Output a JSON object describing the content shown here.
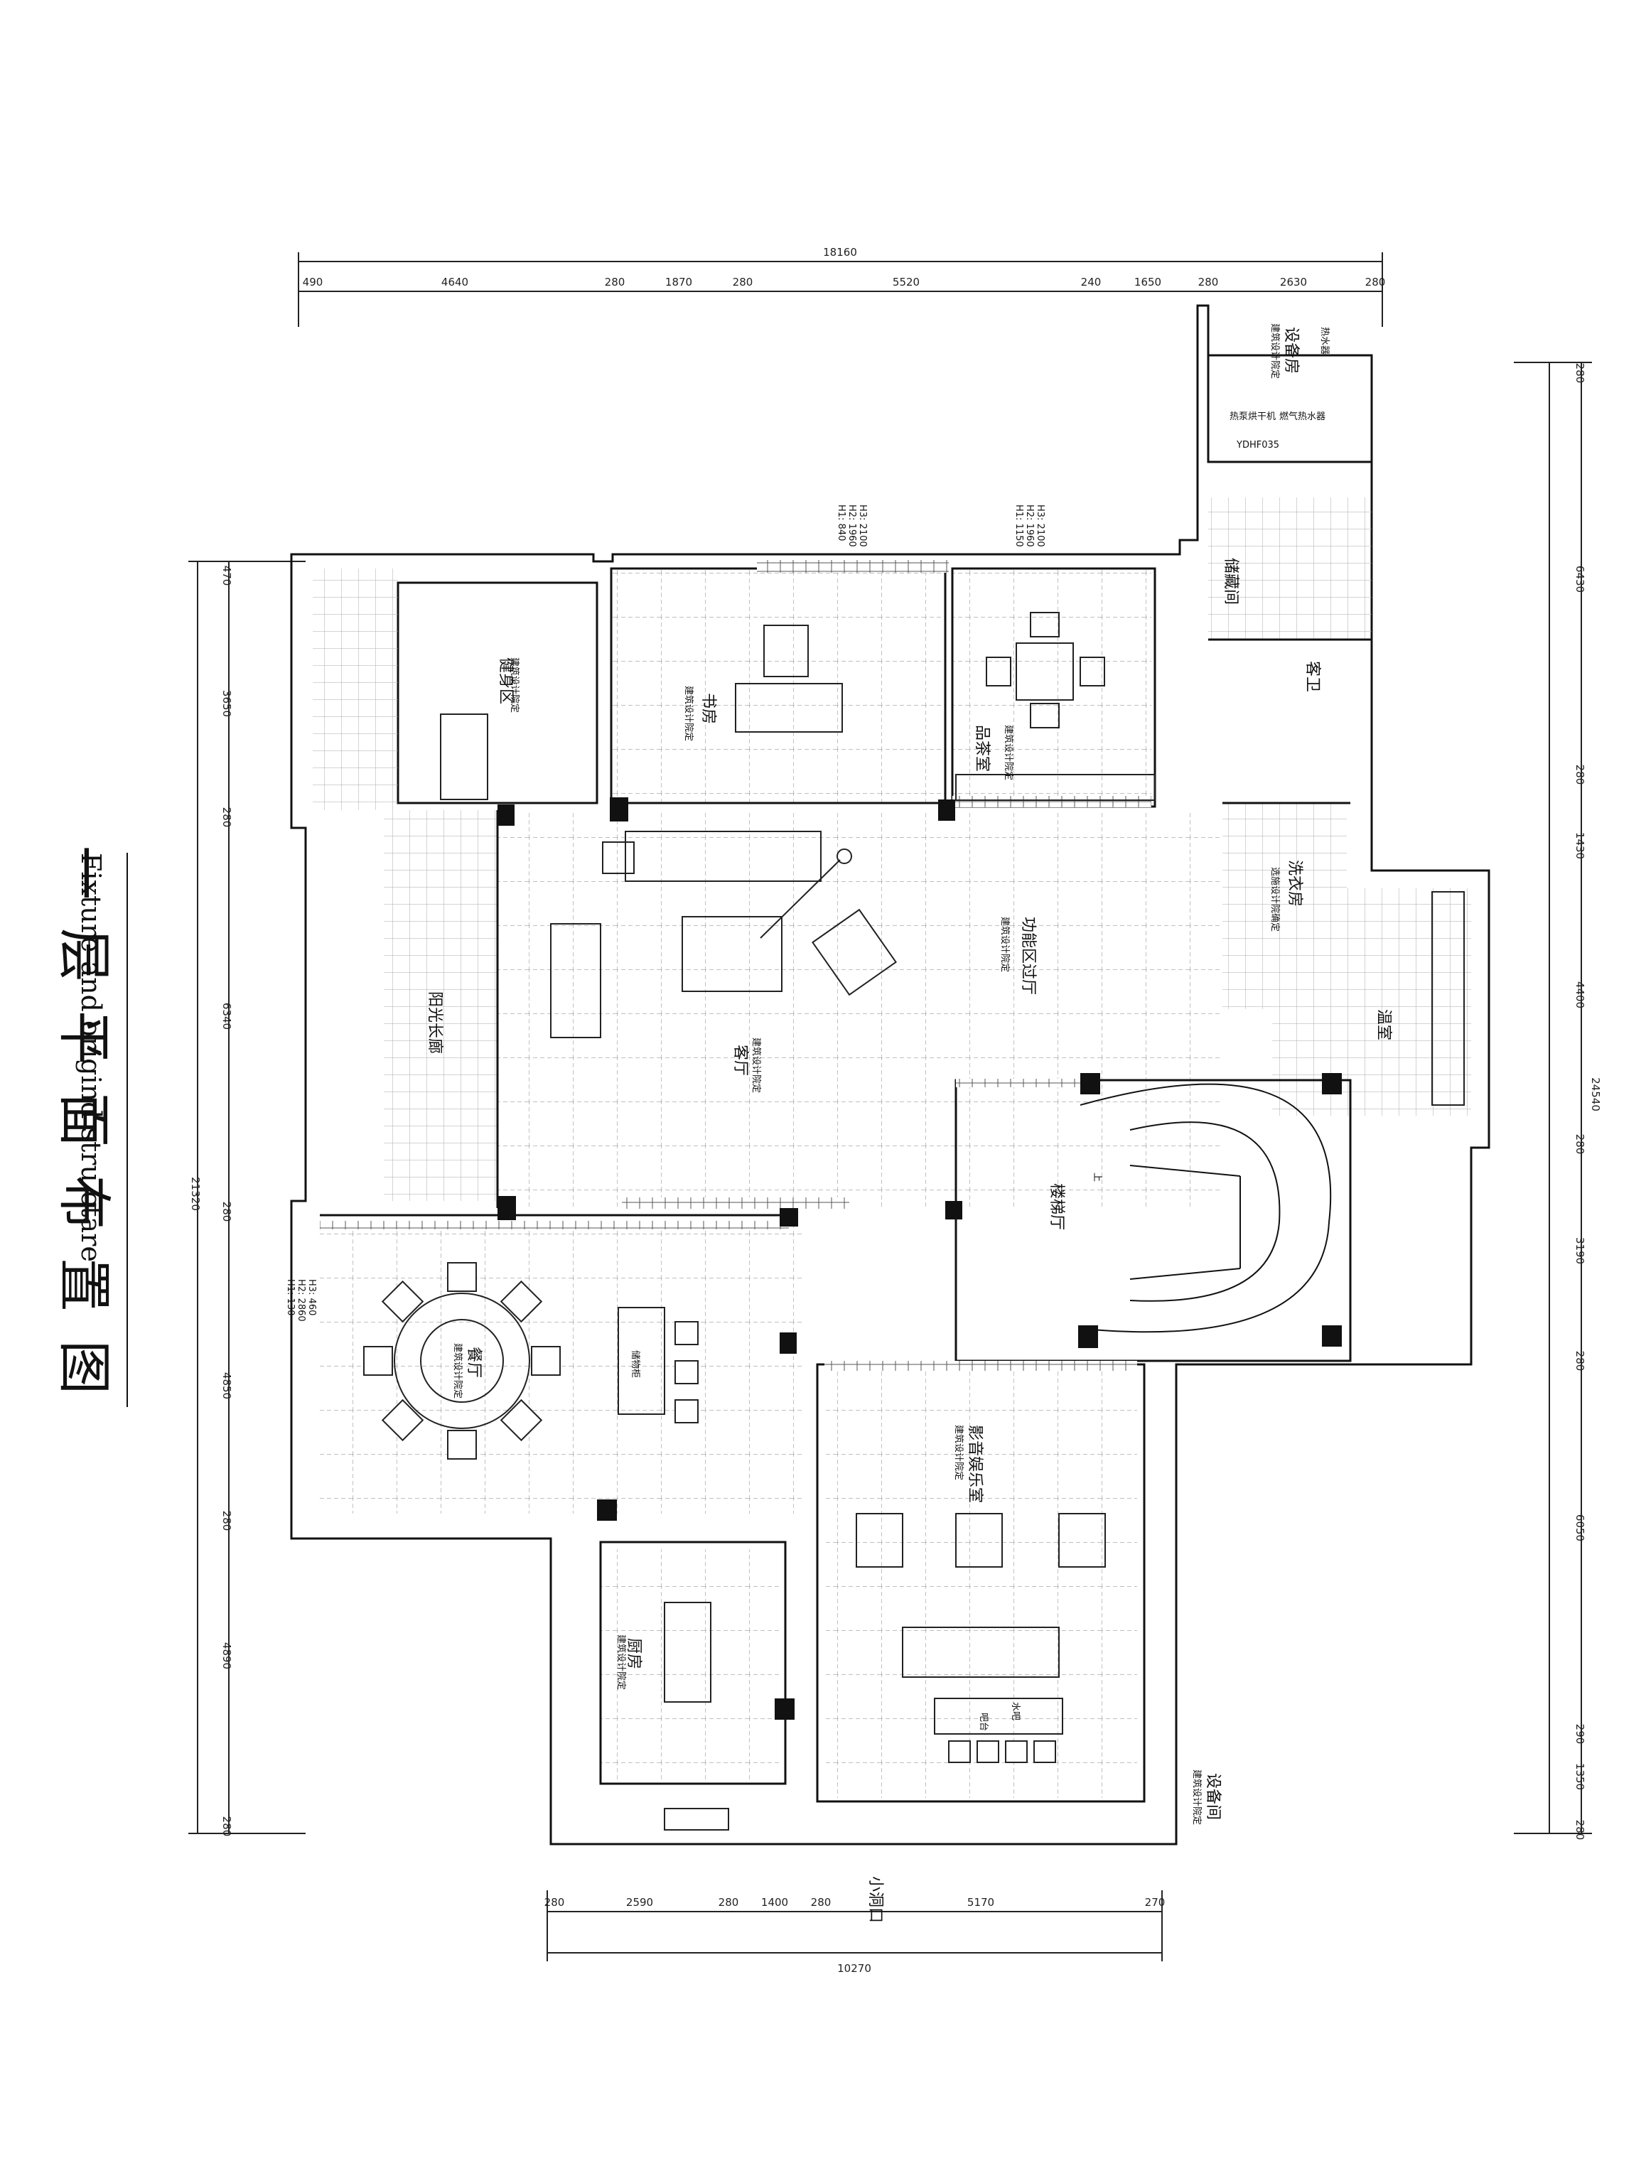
{
  "title": {
    "main": "一层平面布置图",
    "sub": "Fixture and origind stru ctare"
  },
  "dimensions": {
    "top_total": "18160",
    "top_segments": [
      "490",
      "4640",
      "280",
      "1870",
      "280",
      "5520",
      "240",
      "1650",
      "280",
      "2630",
      "280"
    ],
    "left_total": "21320",
    "left_segments": [
      "470",
      "3650",
      "280",
      "6340",
      "280",
      "4850",
      "280",
      "4890",
      "280"
    ],
    "right_total": "24540",
    "right_segments": [
      "280",
      "6430",
      "280",
      "1430",
      "4400",
      "280",
      "3190",
      "280",
      "6050",
      "290",
      "1350",
      "280"
    ],
    "bottom_total": "10270",
    "bottom_segments": [
      "280",
      "2590",
      "280",
      "1400",
      "280",
      "5170",
      "270"
    ]
  },
  "rooms": {
    "fitness": "健身区",
    "study": "书房",
    "tea": "品茶室",
    "function_hall": "功能区过厅",
    "living": "客厅",
    "corridor": "阳光长廊",
    "dining": "餐厅",
    "kitchen": "厨房",
    "av_room": "影音娱乐室",
    "stair_hall": "楼梯厅",
    "laundry": "洗衣房",
    "guest_wc": "客卫",
    "storage": "储藏间",
    "equipment_top": "设备房",
    "equipment_bottom": "设备间",
    "sunroom": "温室",
    "small_vent": "小洞口"
  },
  "notes": {
    "design_note": "建筑设计院定",
    "design_note2": "选施设计院确定",
    "bar": "吧台",
    "bar2": "水吧",
    "storage_cabinet": "储物柜",
    "up": "上",
    "boiler_model": "YDHF035",
    "boiler_label": "燃气热水器",
    "water_heater": "热水器",
    "dryer": "热泵烘干机",
    "window_h1": "H1: 840",
    "window_h2": "H2: 1960",
    "window_h3": "H3: 2100",
    "window_w1": "H1: 1150",
    "window_w2": "H2: 1960",
    "window_w3": "H3: 2100",
    "door_h1": "H1: 130",
    "door_h2": "H2: 2860",
    "door_h3": "H3: 460"
  }
}
